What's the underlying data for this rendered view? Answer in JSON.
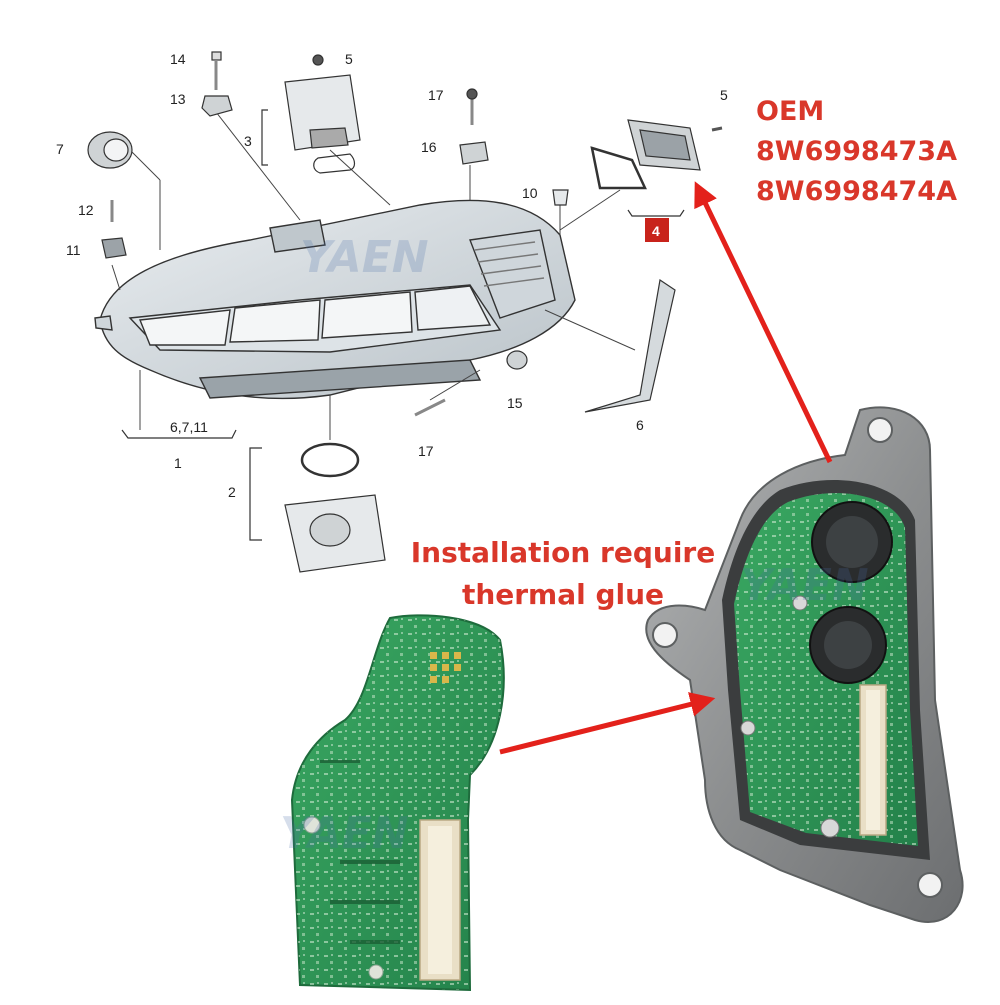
{
  "oem": {
    "label": "OEM",
    "part_numbers": [
      "8W6998473A",
      "8W6998474A"
    ]
  },
  "installation_note": {
    "line1": "Installation require",
    "line2": "thermal glue"
  },
  "watermark": "YAEN",
  "diagram_callouts": {
    "c14": "14",
    "c13": "13",
    "c5a": "5",
    "c3": "3",
    "c7": "7",
    "c12": "12",
    "c11": "11",
    "c17a": "17",
    "c16": "16",
    "c10": "10",
    "c5b": "5",
    "c4": "4",
    "c15": "15",
    "c6": "6",
    "c17b": "17",
    "group1": "6,7,11",
    "c1": "1",
    "c2": "2"
  },
  "colors": {
    "accent_red": "#d9372a",
    "arrow_red": "#e3211b",
    "pcb_green": "#2f9a55",
    "housing_grey": "#8d8f90"
  }
}
